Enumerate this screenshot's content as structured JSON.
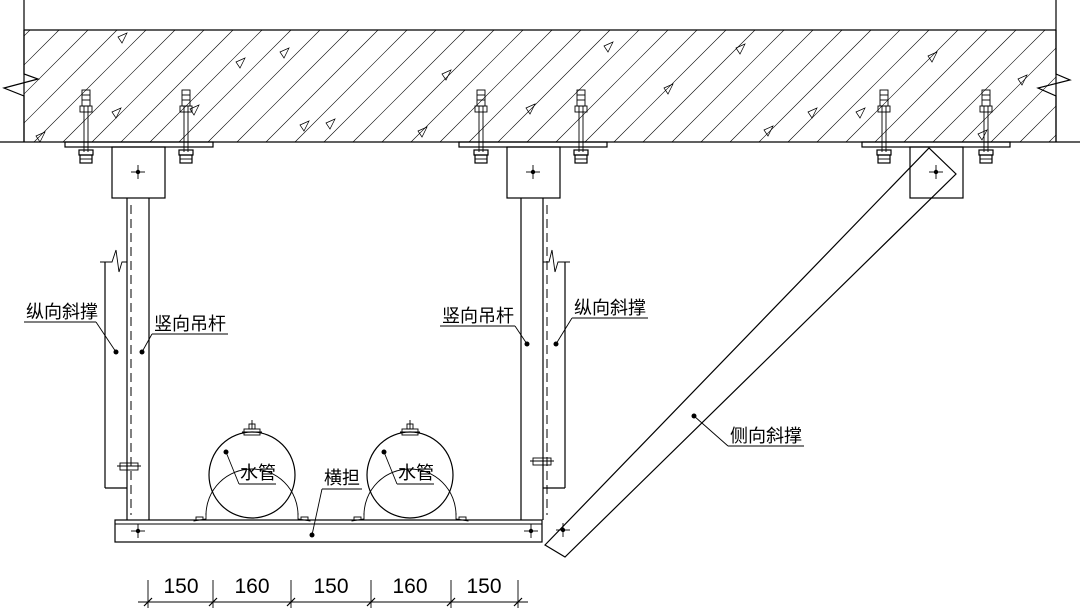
{
  "labels": {
    "longitudinal_brace": "纵向斜撑",
    "vertical_rod": "竖向吊杆",
    "lateral_brace": "侧向斜撑",
    "crossarm": "横担",
    "water_pipe": "水管"
  },
  "dimensions": [
    "150",
    "160",
    "150",
    "160",
    "150"
  ]
}
